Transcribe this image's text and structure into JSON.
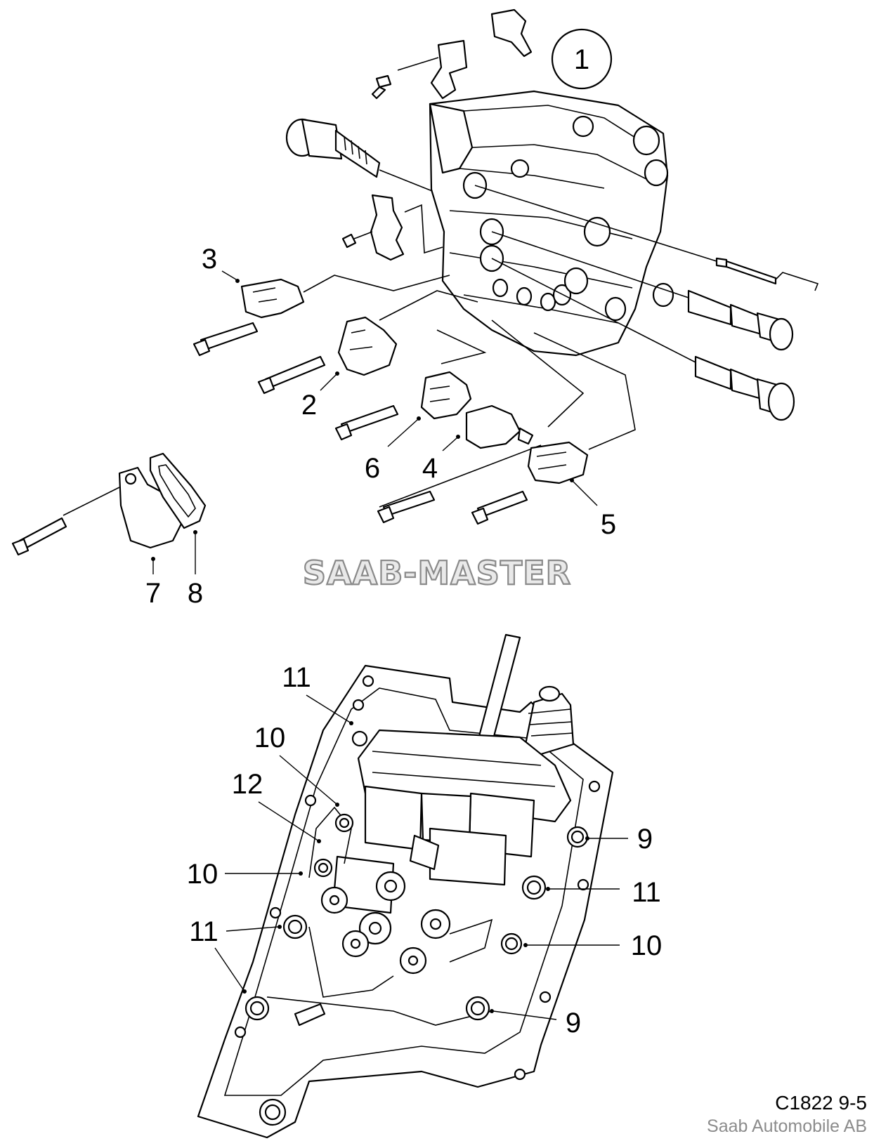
{
  "callouts_top": {
    "main_assembly": "1",
    "part_2": "2",
    "part_3": "3",
    "part_4": "4",
    "part_5": "5",
    "part_6": "6",
    "part_7": "7",
    "part_8": "8"
  },
  "callouts_bottom": {
    "left_11_top": "11",
    "left_10_top": "10",
    "left_12": "12",
    "left_10_mid": "10",
    "left_11_low": "11",
    "right_9_top": "9",
    "right_11": "11",
    "right_10": "10",
    "right_9_bottom": "9"
  },
  "watermark": "SAAB-MASTER",
  "footer": {
    "reference_code": "C1822 9-5",
    "manufacturer": "Saab Automobile AB"
  }
}
